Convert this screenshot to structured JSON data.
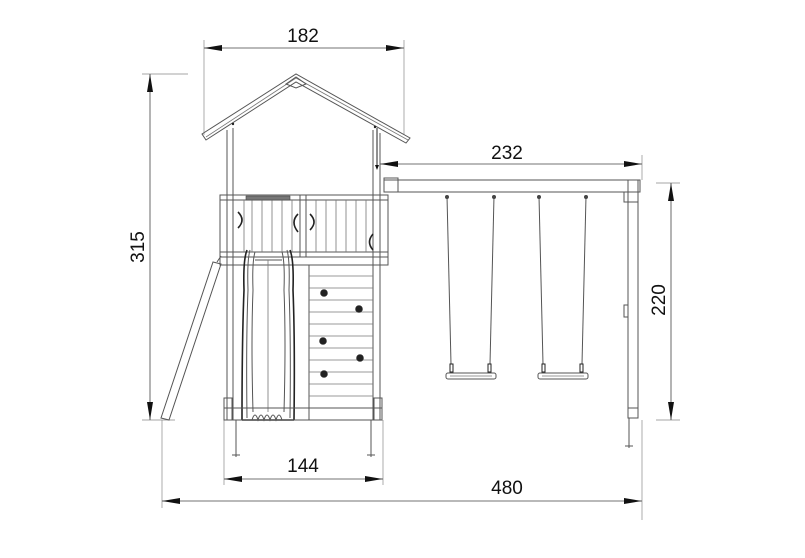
{
  "drawing": {
    "type": "technical elevation drawing",
    "subject": "playground tower with slide, climbing wall, and double swing",
    "units": "cm",
    "line_color": "#555555",
    "text_color": "#111111",
    "background": "#ffffff"
  },
  "dimensions": {
    "roof_width": "182",
    "total_height": "315",
    "swing_beam_length": "232",
    "swing_height": "220",
    "tower_base_width": "144",
    "total_width": "480"
  },
  "components": {
    "roof": "gabled roof",
    "tower": "platform tower with slatted walls",
    "slide": "wave slide",
    "climbing_wall": "climbing wall with 5 holds",
    "ladder": "inclined ladder",
    "swing_set": {
      "beam": "swing beam",
      "swings": [
        "swing seat 1",
        "swing seat 2"
      ]
    }
  }
}
